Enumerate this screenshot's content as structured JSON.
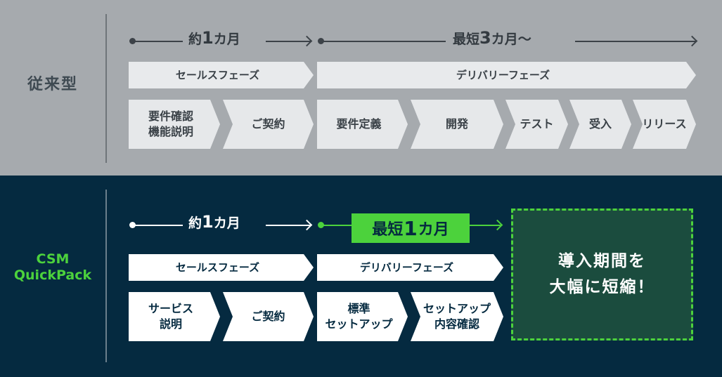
{
  "conventional": {
    "label": "従来型",
    "duration_sales": {
      "prefix": "約",
      "number": "1",
      "suffix": "カ月"
    },
    "duration_delivery": {
      "prefix": "最短",
      "number": "3",
      "suffix": "カ月〜"
    },
    "phases": {
      "sales": "セールスフェーズ",
      "delivery": "デリバリーフェーズ"
    },
    "tasks": [
      "要件確認\n機能説明",
      "ご契約",
      "要件定義",
      "開発",
      "テスト",
      "受入",
      "リリース"
    ]
  },
  "quickpack": {
    "label": "CSM\nQuickPack",
    "duration_sales": {
      "prefix": "約",
      "number": "1",
      "suffix": "カ月"
    },
    "duration_delivery": {
      "prefix": "最短",
      "number": "1",
      "suffix": "カ月"
    },
    "phases": {
      "sales": "セールスフェーズ",
      "delivery": "デリバリーフェーズ"
    },
    "tasks": [
      "サービス\n説明",
      "ご契約",
      "標準\nセットアップ",
      "セットアップ\n内容確認"
    ],
    "result": "導入期間を\n大幅に短縮！"
  },
  "colors": {
    "accent_green": "#4cd23c",
    "navy": "#052a40",
    "gray": "#a6aaae"
  }
}
